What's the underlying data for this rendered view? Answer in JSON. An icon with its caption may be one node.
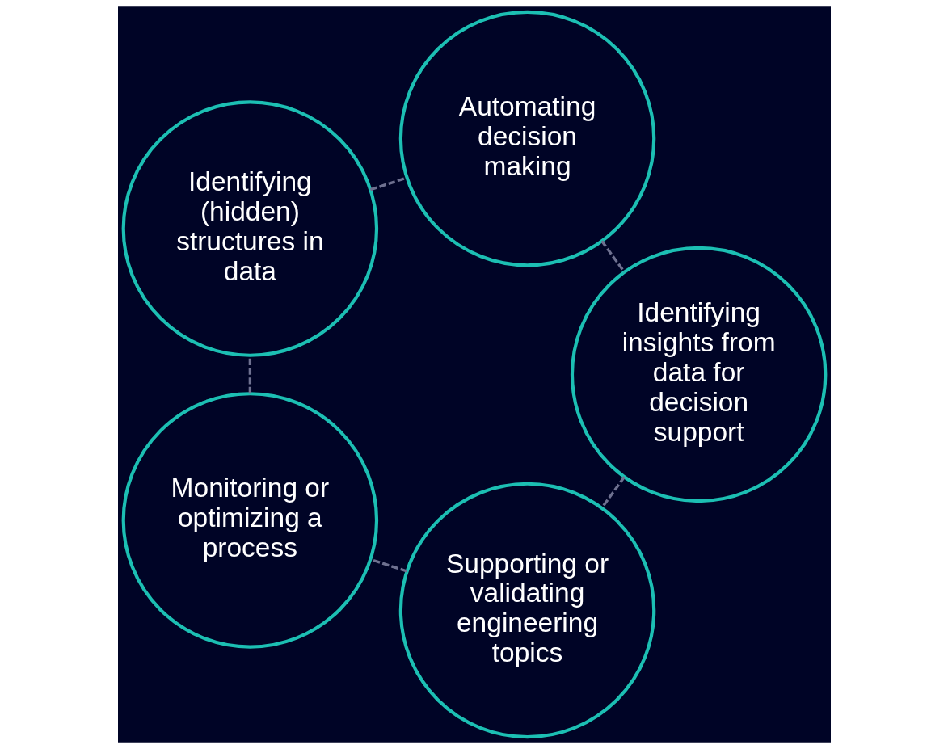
{
  "diagram": {
    "nodes": [
      {
        "text": [
          "Supporting or validating engineering topics"
        ]
      },
      {
        "text": [
          "Monitoring or optimizing a process"
        ]
      },
      {
        "text": [
          "Identifying (hidden) structures in data"
        ]
      },
      {
        "text": [
          "Automating decision making"
        ]
      },
      {
        "text": [
          "Identifying insights from data for decision support"
        ]
      }
    ],
    "edges": [
      {
        "from": 0,
        "to": 1,
        "arrow": "none",
        "style": "dashed"
      },
      {
        "from": 1,
        "to": 2,
        "arrow": "none",
        "style": "dashed"
      },
      {
        "from": 2,
        "to": 3,
        "arrow": "none",
        "style": "dashed"
      },
      {
        "from": 3,
        "to": 4,
        "arrow": "none",
        "style": "dashed"
      },
      {
        "from": 4,
        "to": 0,
        "arrow": "none",
        "style": "dashed"
      }
    ]
  }
}
